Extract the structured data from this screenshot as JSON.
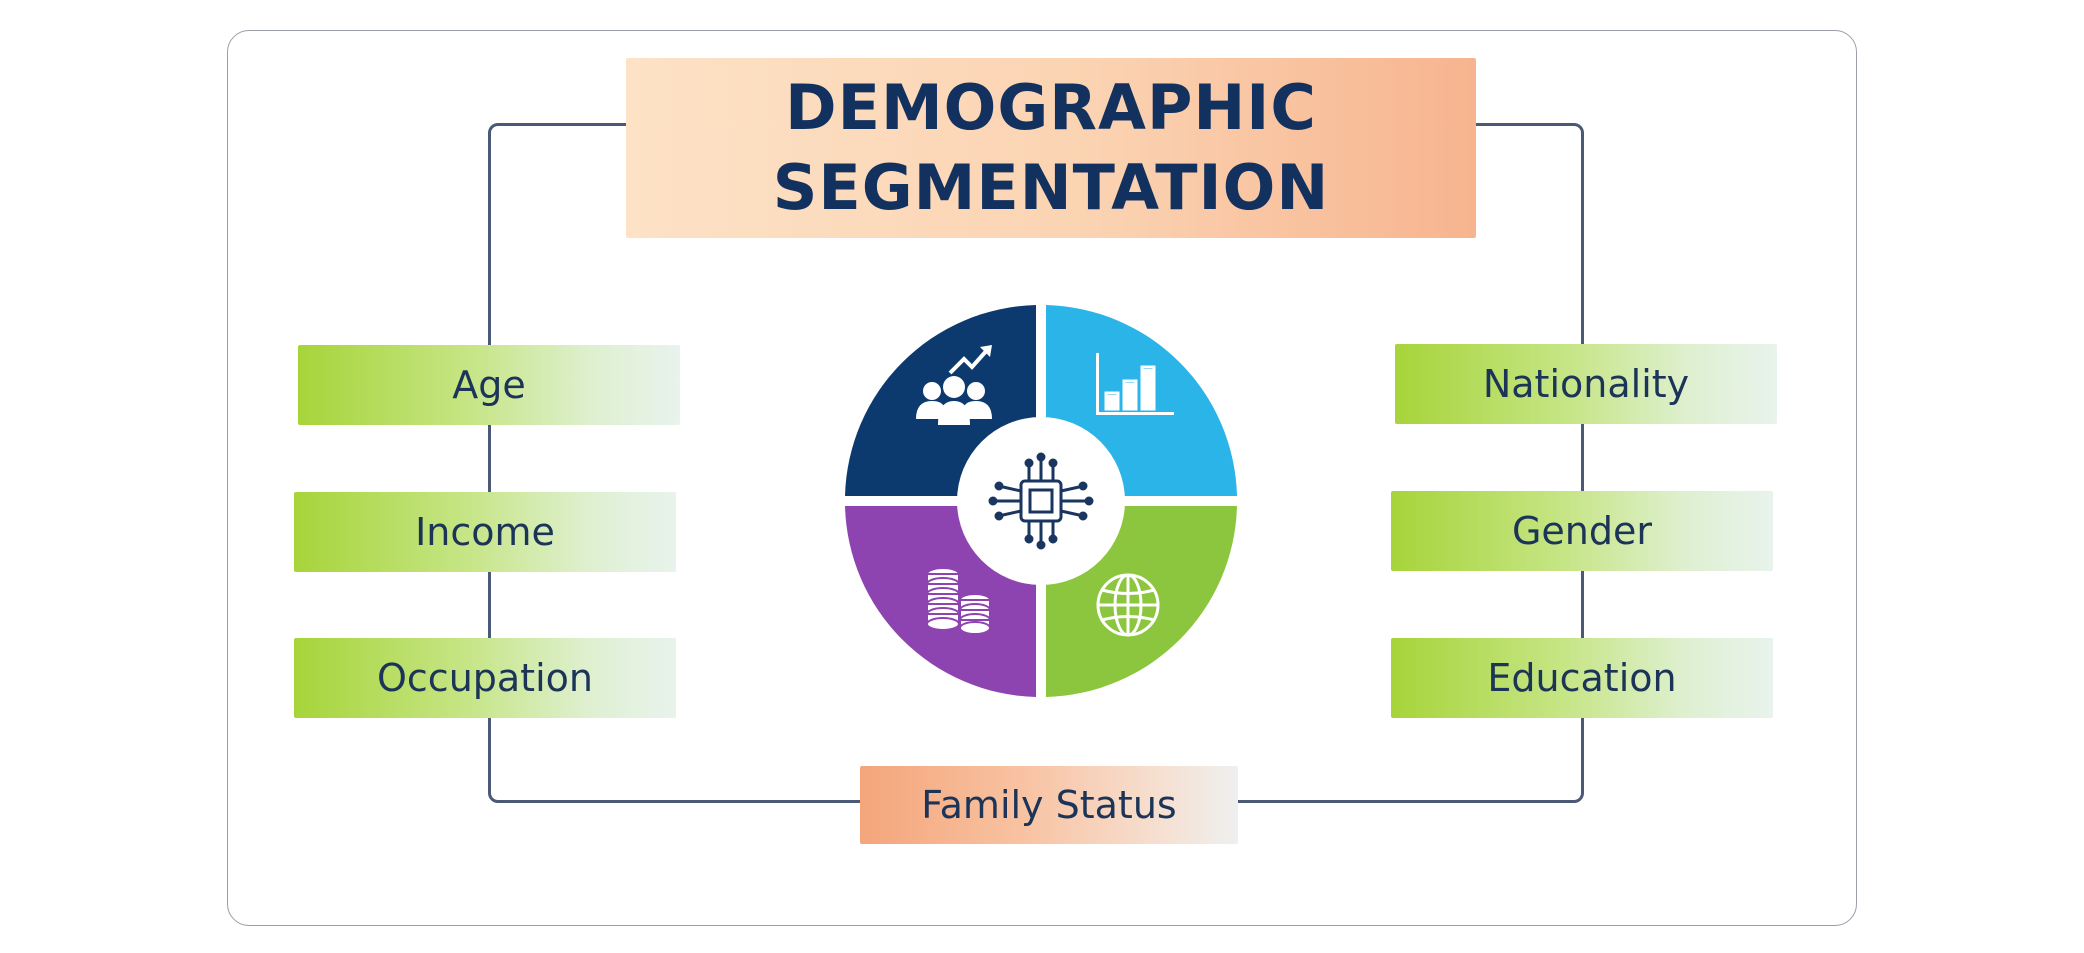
{
  "title": {
    "line1": "DEMOGRAPHIC",
    "line2": "SEGMENTATION"
  },
  "left_factors": [
    "Age",
    "Income",
    "Occupation"
  ],
  "right_factors": [
    "Nationality",
    "Gender",
    "Education"
  ],
  "bottom_factor": "Family Status",
  "wheel": {
    "segments": [
      {
        "name": "people-growth",
        "color": "#0d3a6e",
        "icon": "people-growth-icon"
      },
      {
        "name": "bar-chart",
        "color": "#2ab4e8",
        "icon": "bar-chart-icon"
      },
      {
        "name": "coins",
        "color": "#8e44b0",
        "icon": "coins-icon"
      },
      {
        "name": "globe",
        "color": "#8cc63f",
        "icon": "globe-icon"
      }
    ],
    "center_icon": "chip-icon"
  },
  "colors": {
    "title_text": "#13315f",
    "frame_line": "#4a5a76",
    "tag_green": "#a7d43a",
    "tag_orange": "#f4a57a"
  }
}
